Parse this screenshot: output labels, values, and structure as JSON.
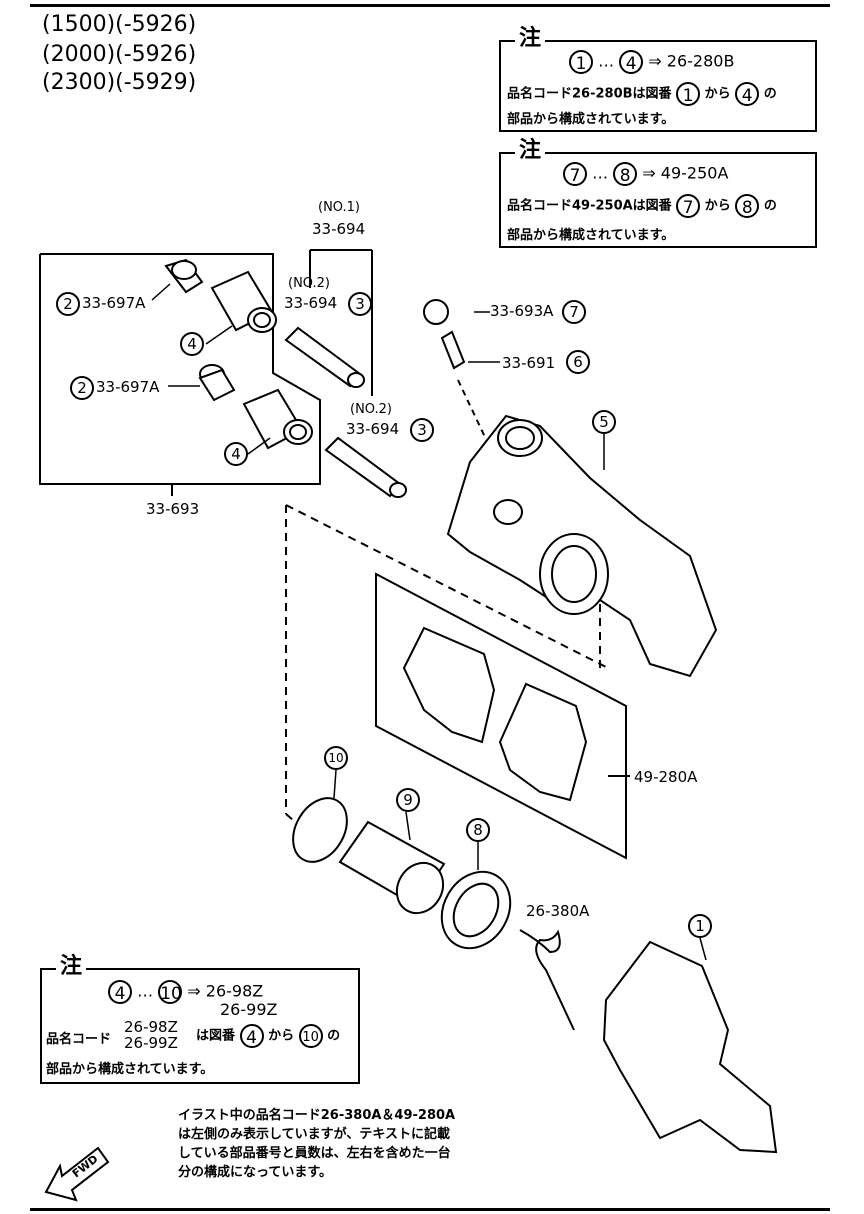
{
  "models": [
    "(1500)(-5926)",
    "(2000)(-5926)",
    "(2300)(-5929)"
  ],
  "note_title": "注",
  "note1": {
    "range_from": "1",
    "range_to": "4",
    "target": "26-280B",
    "line2_prefix": "品名コード26-280Bは図番",
    "line2_from": "1",
    "line2_mid": "から",
    "line2_to": "4",
    "line2_suffix": "の",
    "line3": "部品から構成されています。"
  },
  "note2": {
    "range_from": "7",
    "range_to": "8",
    "target": "49-250A",
    "line2_prefix": "品名コード49-250Aは図番",
    "line2_from": "7",
    "line2_mid": "から",
    "line2_to": "8",
    "line2_suffix": "の",
    "line3": "部品から構成されています。"
  },
  "note3": {
    "range_from": "4",
    "range_to": "10",
    "target_a": "26-98Z",
    "target_b": "26-99Z",
    "line2_prefix": "品名コード",
    "line2_codes_a": "26-98Z",
    "line2_codes_b": "26-99Z",
    "line2_mid": "は図番",
    "line2_from": "4",
    "line2_mid2": "から",
    "line2_to": "10",
    "line2_suffix": "の",
    "line3": "部品から構成されています。"
  },
  "parts": {
    "p33_694_no1_label": "(NO.1)",
    "p33_694_no1": "33-694",
    "p33_694_no2a_label": "(NO.2)",
    "p33_694_no2a": "33-694",
    "p33_694_no2b_label": "(NO.2)",
    "p33_694_no2b": "33-694",
    "p33_697A_a": "33-697A",
    "p33_697A_b": "33-697A",
    "p33_693": "33-693",
    "p33_693A": "33-693A",
    "p33_691": "33-691",
    "p49_280A": "49-280A",
    "p26_380A": "26-380A"
  },
  "callouts": {
    "c1": "1",
    "c2a": "2",
    "c2b": "2",
    "c3a": "3",
    "c3b": "3",
    "c4a": "4",
    "c4b": "4",
    "c5": "5",
    "c6": "6",
    "c7": "7",
    "c8": "8",
    "c9": "9",
    "c10": "10"
  },
  "footnote": [
    "イラスト中の品名コード26-380A＆49-280A",
    "は左側のみ表示していますが、テキストに記載",
    "している部品番号と員数は、左右を含めた一台",
    "分の構成になっています。"
  ],
  "fwd_label": "FWD",
  "arrow_symbol": "⇒",
  "ellipsis": "…"
}
